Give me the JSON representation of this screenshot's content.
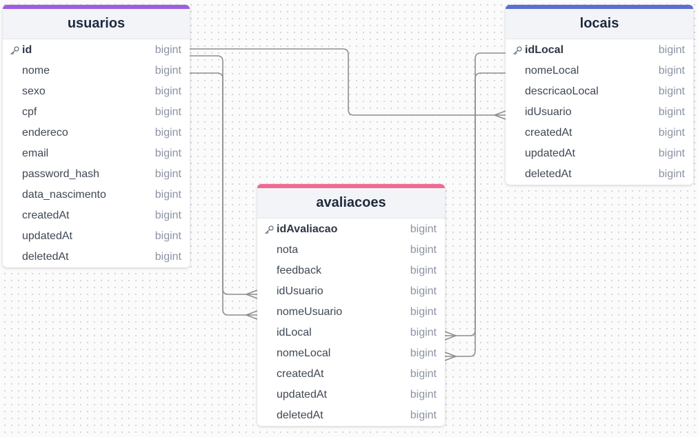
{
  "tables": [
    {
      "name": "usuarios",
      "accent": "#9b5fe0",
      "columns": [
        {
          "name": "id",
          "type": "bigint",
          "pk": true
        },
        {
          "name": "nome",
          "type": "bigint"
        },
        {
          "name": "sexo",
          "type": "bigint"
        },
        {
          "name": "cpf",
          "type": "bigint"
        },
        {
          "name": "endereco",
          "type": "bigint"
        },
        {
          "name": "email",
          "type": "bigint"
        },
        {
          "name": "password_hash",
          "type": "bigint"
        },
        {
          "name": "data_nascimento",
          "type": "bigint"
        },
        {
          "name": "createdAt",
          "type": "bigint"
        },
        {
          "name": "updatedAt",
          "type": "bigint"
        },
        {
          "name": "deletedAt",
          "type": "bigint"
        }
      ]
    },
    {
      "name": "locais",
      "accent": "#5b6fd0",
      "columns": [
        {
          "name": "idLocal",
          "type": "bigint",
          "pk": true
        },
        {
          "name": "nomeLocal",
          "type": "bigint"
        },
        {
          "name": "descricaoLocal",
          "type": "bigint"
        },
        {
          "name": "idUsuario",
          "type": "bigint"
        },
        {
          "name": "createdAt",
          "type": "bigint"
        },
        {
          "name": "updatedAt",
          "type": "bigint"
        },
        {
          "name": "deletedAt",
          "type": "bigint"
        }
      ]
    },
    {
      "name": "avaliacoes",
      "accent": "#f06a96",
      "columns": [
        {
          "name": "idAvaliacao",
          "type": "bigint",
          "pk": true
        },
        {
          "name": "nota",
          "type": "bigint"
        },
        {
          "name": "feedback",
          "type": "bigint"
        },
        {
          "name": "idUsuario",
          "type": "bigint"
        },
        {
          "name": "nomeUsuario",
          "type": "bigint"
        },
        {
          "name": "idLocal",
          "type": "bigint"
        },
        {
          "name": "nomeLocal",
          "type": "bigint"
        },
        {
          "name": "createdAt",
          "type": "bigint"
        },
        {
          "name": "updatedAt",
          "type": "bigint"
        },
        {
          "name": "deletedAt",
          "type": "bigint"
        }
      ]
    }
  ],
  "relationships": [
    {
      "from": "usuarios.id",
      "to": "locais.idUsuario",
      "type": "one-to-many"
    },
    {
      "from": "usuarios.id",
      "to": "avaliacoes.idUsuario",
      "type": "one-to-many"
    },
    {
      "from": "usuarios.nome",
      "to": "avaliacoes.nomeUsuario",
      "type": "one-to-many"
    },
    {
      "from": "locais.idLocal",
      "to": "avaliacoes.idLocal",
      "type": "one-to-many"
    },
    {
      "from": "locais.nomeLocal",
      "to": "avaliacoes.nomeLocal",
      "type": "one-to-many"
    }
  ]
}
